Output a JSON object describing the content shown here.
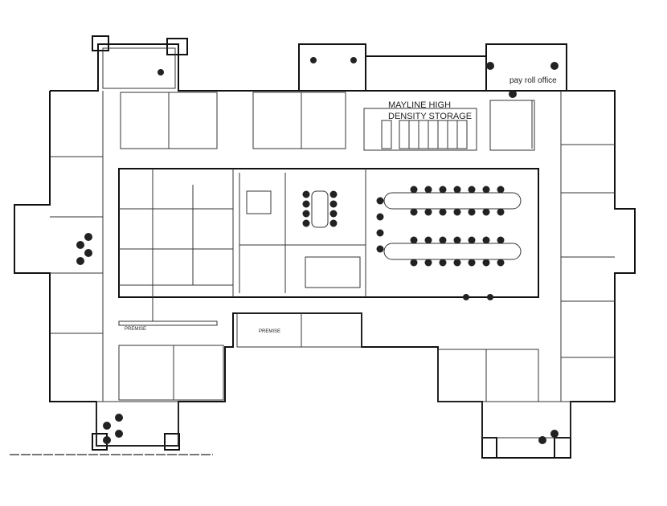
{
  "labels": {
    "storage_line1": "MAYLINE HIGH",
    "storage_line2": "DENSITY STORAGE",
    "payroll": "pay roll office",
    "premise_left": "PREMISE",
    "premise_center": "PREMISE"
  }
}
